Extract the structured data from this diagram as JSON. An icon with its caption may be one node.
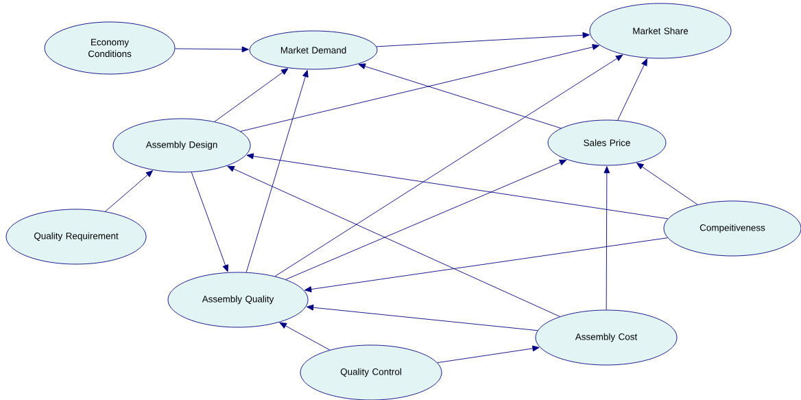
{
  "diagram": {
    "nodes": [
      {
        "text": [
          "Economy Conditions"
        ]
      },
      {
        "text": [
          "Market Demand"
        ]
      },
      {
        "text": [
          "Market Share"
        ]
      },
      {
        "text": [
          "Assembly Design"
        ]
      },
      {
        "text": [
          "Sales Price"
        ]
      },
      {
        "text": [
          "Quality Requirement"
        ]
      },
      {
        "text": [
          "Compeitiveness"
        ]
      },
      {
        "text": [
          "Assembly Quality"
        ]
      },
      {
        "text": [
          "Assembly Cost"
        ]
      },
      {
        "text": [
          "Quality Control"
        ]
      }
    ],
    "edges": [
      {
        "from": 0,
        "to": 1,
        "arrow": "to"
      },
      {
        "from": 1,
        "to": 2,
        "arrow": "to"
      },
      {
        "from": 3,
        "to": 1,
        "arrow": "to"
      },
      {
        "from": 3,
        "to": 2,
        "arrow": "to"
      },
      {
        "from": 7,
        "to": 1,
        "arrow": "to"
      },
      {
        "from": 7,
        "to": 2,
        "arrow": "to"
      },
      {
        "from": 4,
        "to": 1,
        "arrow": "to"
      },
      {
        "from": 4,
        "to": 2,
        "arrow": "to"
      },
      {
        "from": 5,
        "to": 3,
        "arrow": "to"
      },
      {
        "from": 3,
        "to": 7,
        "arrow": "to"
      },
      {
        "from": 6,
        "to": 3,
        "arrow": "to"
      },
      {
        "from": 8,
        "to": 3,
        "arrow": "to"
      },
      {
        "from": 7,
        "to": 4,
        "arrow": "to"
      },
      {
        "from": 6,
        "to": 4,
        "arrow": "to"
      },
      {
        "from": 6,
        "to": 7,
        "arrow": "to"
      },
      {
        "from": 8,
        "to": 7,
        "arrow": "to"
      },
      {
        "from": 8,
        "to": 4,
        "arrow": "to"
      },
      {
        "from": 9,
        "to": 7,
        "arrow": "to"
      },
      {
        "from": 9,
        "to": 8,
        "arrow": "to"
      }
    ]
  }
}
